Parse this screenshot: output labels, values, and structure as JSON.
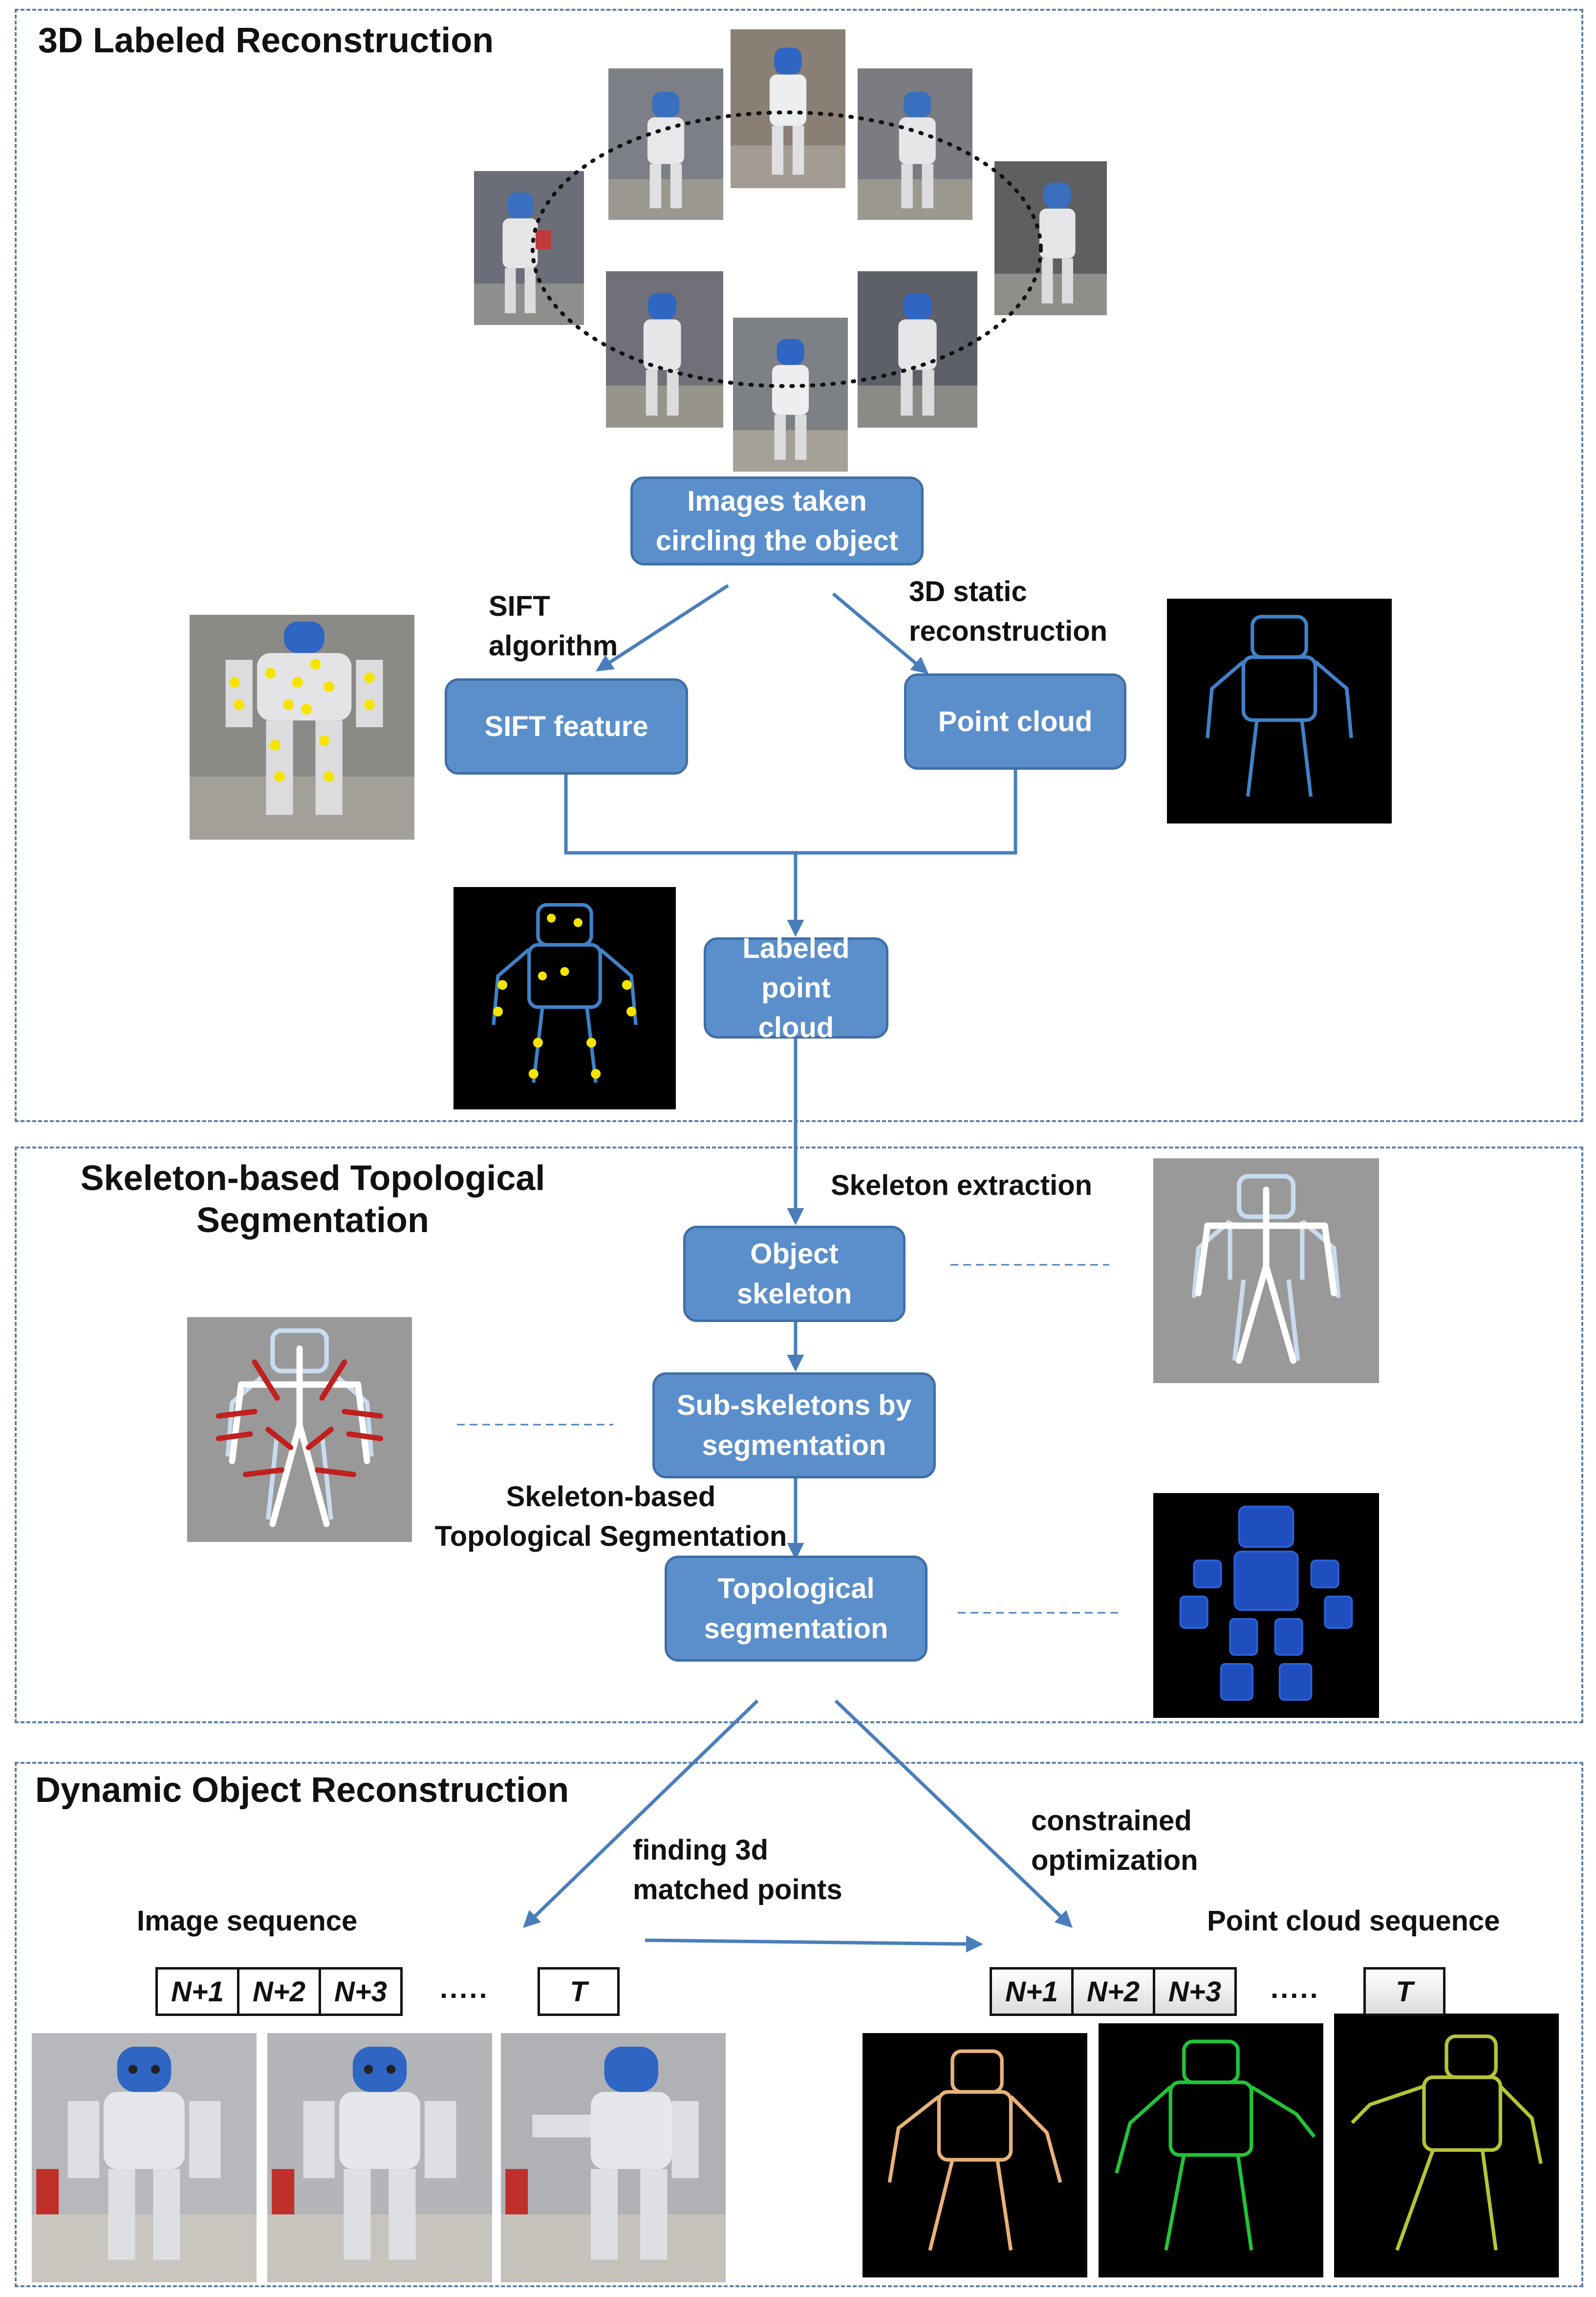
{
  "sections": {
    "labeled_reconstruction": {
      "title": "3D Labeled Reconstruction"
    },
    "topological_segmentation": {
      "title": "Skeleton-based Topological Segmentation"
    },
    "dynamic_reconstruction": {
      "title": "Dynamic Object Reconstruction"
    }
  },
  "flow": {
    "images_taken": "Images taken circling the object",
    "sift_feature": "SIFT feature",
    "point_cloud": "Point cloud",
    "labeled_point_cloud": "Labeled point cloud",
    "object_skeleton": "Object skeleton",
    "sub_skeletons": "Sub-skeletons by segmentation",
    "topological_segmentation": "Topological segmentation"
  },
  "labels": {
    "sift_algorithm": "SIFT algorithm",
    "static_reconstruction": "3D static reconstruction",
    "skeleton_extraction": "Skeleton extraction",
    "skeleton_based_seg": "Skeleton-based Topological Segmentation",
    "finding_matched": "finding 3d matched points",
    "constrained_opt": "constrained optimization",
    "image_sequence": "Image sequence",
    "point_cloud_sequence": "Point cloud sequence"
  },
  "sequence": {
    "image_frames": [
      "N+1",
      "N+2",
      "N+3"
    ],
    "image_last": "T",
    "cloud_frames": [
      "N+1",
      "N+2",
      "N+3"
    ],
    "cloud_last": "T",
    "ellipsis": "....."
  },
  "colors": {
    "box_fill": "#5b8fcb",
    "box_border": "#3f6ea6",
    "arrow": "#4a7ebb",
    "dashed_border": "#5b7fa6",
    "cloud_orange": "#e8b27a",
    "cloud_green": "#22c43a",
    "cloud_yellow": "#b7c436",
    "cloud_blue": "#3f82c8",
    "feature_yellow": "#f5e400",
    "skeleton_red": "#c0201e"
  }
}
